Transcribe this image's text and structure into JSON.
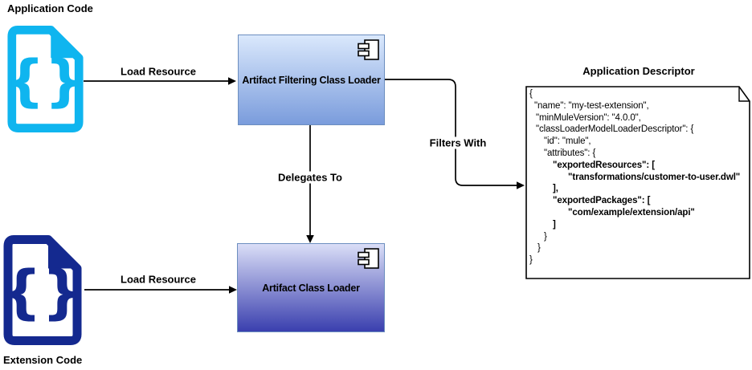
{
  "labels": {
    "application_code": "Application Code",
    "extension_code": "Extension Code"
  },
  "nodes": {
    "filtering_class_loader": {
      "label": "Artifact Filtering Class Loader"
    },
    "artifact_class_loader": {
      "label": "Artifact Class Loader"
    }
  },
  "edges": {
    "load_resource_top": {
      "label": "Load Resource"
    },
    "load_resource_bottom": {
      "label": "Load Resource"
    },
    "delegates_to": {
      "label": "Delegates To"
    },
    "filters_with": {
      "label": "Filters With"
    }
  },
  "descriptor": {
    "title": "Application Descriptor",
    "lines": [
      {
        "t": "{",
        "b": false,
        "i": 4
      },
      {
        "t": "\"name\": \"my-test-extension\",",
        "b": false,
        "i": 10
      },
      {
        "t": "\"minMuleVersion\": \"4.0.0\",",
        "b": false,
        "i": 12
      },
      {
        "t": "\"classLoaderModelLoaderDescriptor\": {",
        "b": false,
        "i": 12
      },
      {
        "t": "\"id\": \"mule\",",
        "b": false,
        "i": 22
      },
      {
        "t": "\"attributes\": {",
        "b": false,
        "i": 22
      },
      {
        "t": "\"exportedResources\": [",
        "b": true,
        "i": 33
      },
      {
        "t": "\"transformations/customer-to-user.dwl\"",
        "b": true,
        "i": 52
      },
      {
        "t": "],",
        "b": true,
        "i": 33
      },
      {
        "t": "\"exportedPackages\": [",
        "b": true,
        "i": 33
      },
      {
        "t": "\"com/example/extension/api\"",
        "b": true,
        "i": 52
      },
      {
        "t": "]",
        "b": true,
        "i": 33
      },
      {
        "t": "}",
        "b": false,
        "i": 22
      },
      {
        "t": "}",
        "b": false,
        "i": 14
      },
      {
        "t": "}",
        "b": false,
        "i": 4
      }
    ]
  },
  "icons": {
    "application_code": "code-file-icon",
    "extension_code": "code-file-icon",
    "loader_boxes": "uml-component-icon",
    "descriptor": "note-document-icon"
  },
  "colors": {
    "application_code_icon": "#0fb5ef",
    "extension_code_icon": "#14298f",
    "box_border": "#6c8ebf",
    "filtering_box_gradient_top": "#dae8fc",
    "filtering_box_gradient_bottom": "#7a9cdc",
    "artifact_box_gradient_top": "#dadef7",
    "artifact_box_gradient_bottom": "#3a3fae",
    "connector": "#000000"
  }
}
